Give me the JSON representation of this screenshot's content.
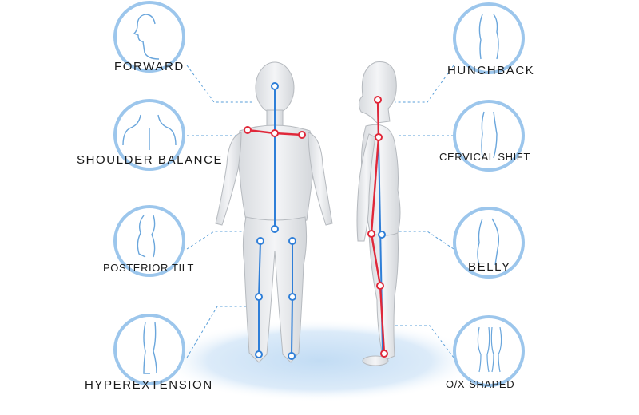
{
  "labels": {
    "forward": "FORWARD",
    "shoulder_balance": "SHOULDER BALANCE",
    "posterior_tilt": "POSTERIOR TILT",
    "hyperextension": "HYPEREXTENSION",
    "hunchback": "HUNCHBACK",
    "cervical_shift": "CERVICAL SHIFT",
    "belly": "BELLY",
    "ox_shaped": "O/X-SHAPED"
  },
  "colors": {
    "circle_ring": "#9cc6ec",
    "connector": "#5a9fd9",
    "blue_line": "#2f7fd8",
    "red_line": "#e0283a",
    "platform": "#cfe4f7",
    "figure_fill": "#e9ebee",
    "figure_stroke": "#b6babf"
  }
}
